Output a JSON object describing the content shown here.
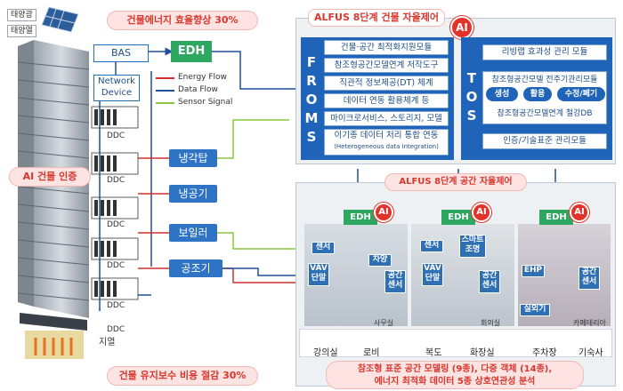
{
  "solar_tag": "태양광",
  "solar_thermal_tag": "태양열",
  "geothermal_tag": "지열",
  "top_banner": "건물에너지 효율향상 30%",
  "bottom_banner": "건물 유지보수 비용 절감 30%",
  "ai_cert_badge": "AI 건물 인증",
  "bas_label": "BAS",
  "network_device_label": "Network\nDevice",
  "edh_main_label": "EDH",
  "legend": {
    "energy_flow": "Energy Flow",
    "data_flow": "Data Flow",
    "sensor_signal": "Sensor Signal",
    "energy_color": "#d0312d",
    "data_color": "#1f4f9a",
    "sensor_color": "#8cc63f"
  },
  "ddc_label": "DDC",
  "equipment": [
    "냉각탑",
    "냉공기",
    "보일러",
    "공조기"
  ],
  "alfus8_building": "ALFUS 8단계 건물 자율제어",
  "alfus8_space": "ALFUS 8단계 공간 자율제어",
  "ai_label": "AI",
  "froms_letters": [
    "F",
    "R",
    "O",
    "M",
    "S"
  ],
  "froms_items": [
    "건물·공간 최적화지원모듈",
    "참조형공간모델연계 저작도구",
    "직관적 정보제공(DT) 체계",
    "데이터 연동 활용체계 등",
    "마이크로서비스, 스토리지, 모델",
    "이기종 데이터 처리 통합 연동",
    "(Heterogeneous data integration)"
  ],
  "tos_letters": [
    "T",
    "O",
    "S"
  ],
  "tos_items": {
    "top": "리빙랩 효과성 관리 모듈",
    "lifecycle_title": "참조형공간모델 전주기관리모듈",
    "lifecycle_steps": [
      "생성",
      "활용",
      "수정/폐기"
    ],
    "lifecycle_bottom": "참조형공간모델연계 철강DB",
    "bottom": "인증/기술표준 관리모듈"
  },
  "zones": [
    {
      "name": "사무실",
      "edh": "EDH",
      "sensors": [
        "센서",
        "VAV 단말",
        "차양",
        "공간 센서"
      ]
    },
    {
      "name": "회의실",
      "edh": "EDH",
      "sensors": [
        "센서",
        "스마트 조명",
        "VAV 단말",
        "공간 센서"
      ]
    },
    {
      "name": "카페테리아",
      "edh": "EDH",
      "sensors": [
        "EHP",
        "공간 센서",
        "실외기"
      ]
    }
  ],
  "bottom_places": [
    "강의실",
    "로비",
    "복도",
    "화장실",
    "주차장",
    "기숙사"
  ],
  "bottom_caption_line1": "참조형 표준 공간 모델링 (9종), 다중 객체 (14종),",
  "bottom_caption_line2": "에너지 최적화 데이터 5종 상호연관성 분석"
}
